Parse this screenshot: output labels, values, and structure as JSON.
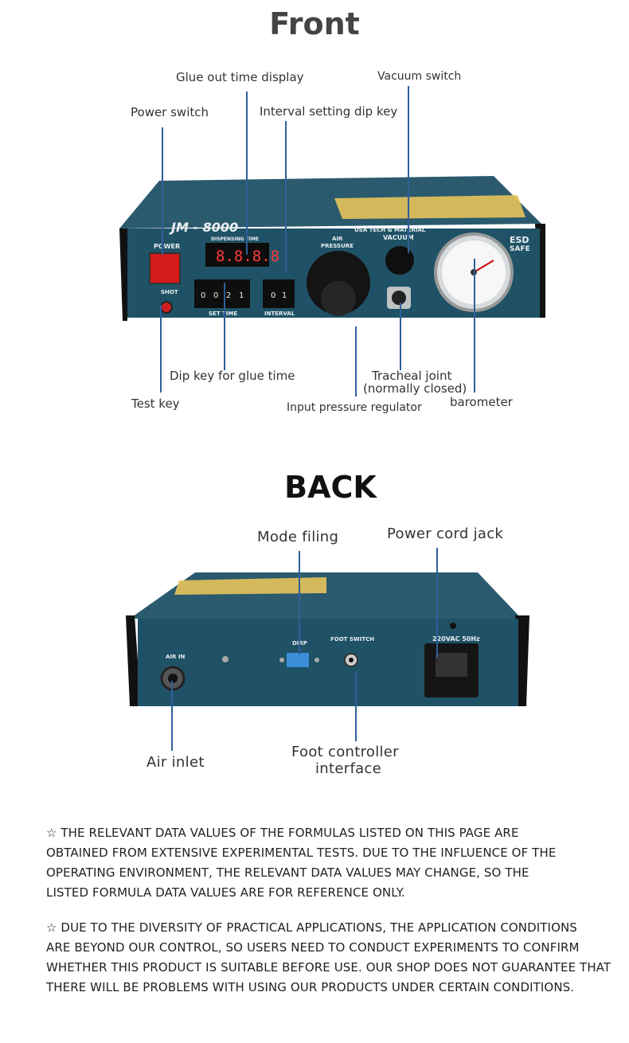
{
  "front": {
    "heading": "Front",
    "labels": {
      "glue_out_time_display": "Glue out time display",
      "vacuum_switch": "Vacuum switch",
      "power_switch": "Power switch",
      "interval_dip_key": "Interval setting dip key",
      "dip_key_glue_time": "Dip key for glue time",
      "test_key": "Test key",
      "tracheal_joint_1": "Tracheal joint",
      "tracheal_joint_2": "(normally closed)",
      "input_pressure_regulator": "Input pressure regulator",
      "barometer": "barometer"
    },
    "panel": {
      "model": "JM - 8000",
      "power": "POWER",
      "shot": "SHOT",
      "dispensing_time": "DISPENSING TIME",
      "display_value": "8.8.8.8",
      "set_time": "SET TIME",
      "set_time_digits": [
        "0",
        "0",
        "2",
        "1"
      ],
      "interval": "INTERVAL",
      "interval_digits": [
        "0",
        "1"
      ],
      "air_pressure_1": "AIR",
      "air_pressure_2": "PRESSURE",
      "vacuum": "VACUUM",
      "brand": "USA TECH & MATERIAL",
      "esd_1": "ESD",
      "esd_2": "SAFE"
    }
  },
  "back": {
    "heading": "BACK",
    "labels": {
      "mode_filing": "Mode filing",
      "power_cord_jack": "Power cord jack",
      "air_inlet": "Air inlet",
      "foot_controller_1": "Foot controller",
      "foot_controller_2": "interface"
    },
    "panel": {
      "air_in": "AIR IN",
      "dirp": "DIRP",
      "foot_switch": "FOOT SWITCH",
      "voltage": "220VAC 50Hz"
    }
  },
  "notes": [
    [
      "☆ THE RELEVANT DATA VALUES OF THE FORMULAS LISTED ON THIS PAGE ARE",
      " OBTAINED FROM EXTENSIVE EXPERIMENTAL TESTS. DUE TO THE INFLUENCE OF THE",
      "OPERATING ENVIRONMENT, THE RELEVANT DATA VALUES MAY CHANGE, SO THE",
      " LISTED FORMULA DATA VALUES ARE FOR REFERENCE ONLY."
    ],
    [
      "☆ DUE TO THE DIVERSITY OF PRACTICAL APPLICATIONS, THE APPLICATION CONDITIONS",
      "ARE BEYOND OUR CONTROL, SO USERS NEED TO CONDUCT EXPERIMENTS TO CONFIRM",
      "WHETHER THIS PRODUCT IS SUITABLE BEFORE USE. OUR SHOP DOES NOT GUARANTEE THAT",
      "THERE WILL BE PROBLEMS WITH USING OUR PRODUCTS UNDER CERTAIN CONDITIONS."
    ]
  ]
}
